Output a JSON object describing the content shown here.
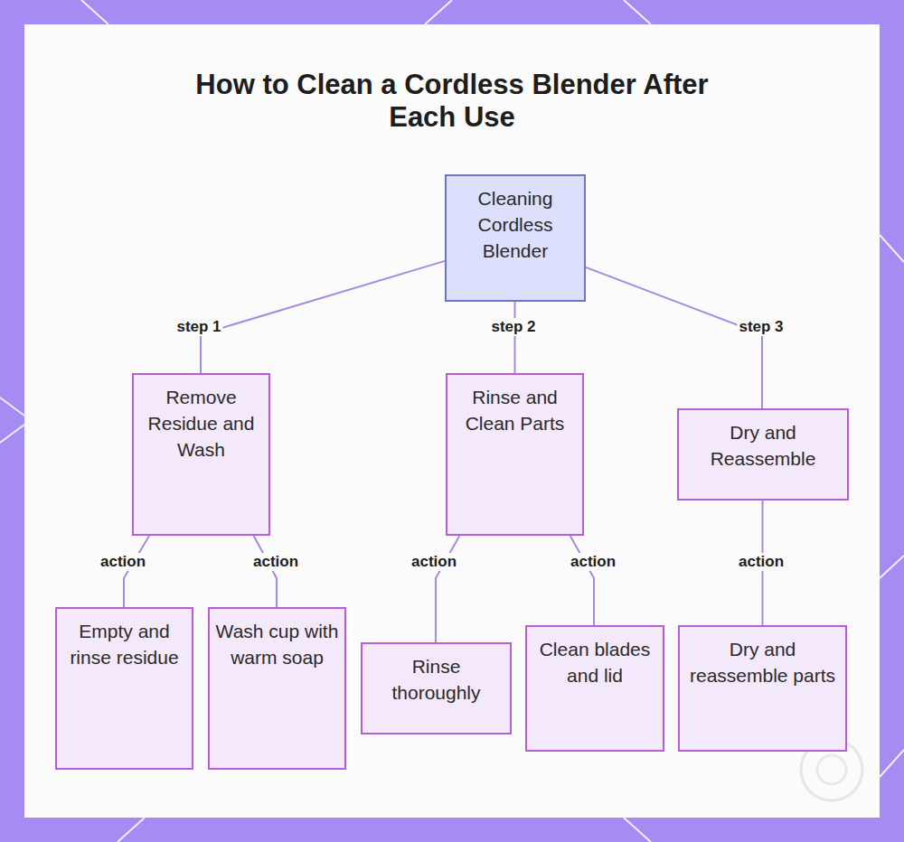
{
  "diagram": {
    "title": "How to Clean a Cordless Blender After Each Use",
    "nodes": [
      {
        "text": [
          "Cleaning Cordless Blender"
        ]
      },
      {
        "text": [
          "Remove Residue and Wash"
        ]
      },
      {
        "text": [
          "Rinse and Clean Parts"
        ]
      },
      {
        "text": [
          "Dry and Reassemble"
        ]
      },
      {
        "text": [
          "Empty and rinse residue"
        ]
      },
      {
        "text": [
          "Wash cup with warm soap"
        ]
      },
      {
        "text": [
          "Rinse thoroughly"
        ]
      },
      {
        "text": [
          "Clean blades and lid"
        ]
      },
      {
        "text": [
          "Dry and reassemble parts"
        ]
      }
    ],
    "edges": [
      {
        "from": 0,
        "to": 1,
        "label": "step 1",
        "arrow": "none"
      },
      {
        "from": 0,
        "to": 2,
        "label": "step 2",
        "arrow": "none"
      },
      {
        "from": 0,
        "to": 3,
        "label": "step 3",
        "arrow": "none"
      },
      {
        "from": 1,
        "to": 4,
        "label": "action",
        "arrow": "none"
      },
      {
        "from": 1,
        "to": 5,
        "label": "action",
        "arrow": "none"
      },
      {
        "from": 2,
        "to": 6,
        "label": "action",
        "arrow": "none"
      },
      {
        "from": 2,
        "to": 7,
        "label": "action",
        "arrow": "none"
      },
      {
        "from": 3,
        "to": 8,
        "label": "action",
        "arrow": "none"
      }
    ]
  }
}
